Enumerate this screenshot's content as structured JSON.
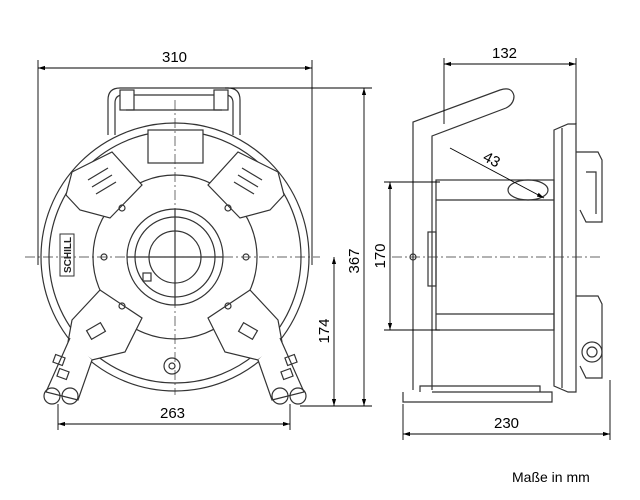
{
  "dimensions": {
    "width_front": "310",
    "base_width": "263",
    "height_total": "367",
    "axis_height": "174",
    "depth_top": "132",
    "hub_diameter": "170",
    "angle": "43",
    "depth_base": "230"
  },
  "brand": "SCHILL",
  "caption": "Maße in mm"
}
